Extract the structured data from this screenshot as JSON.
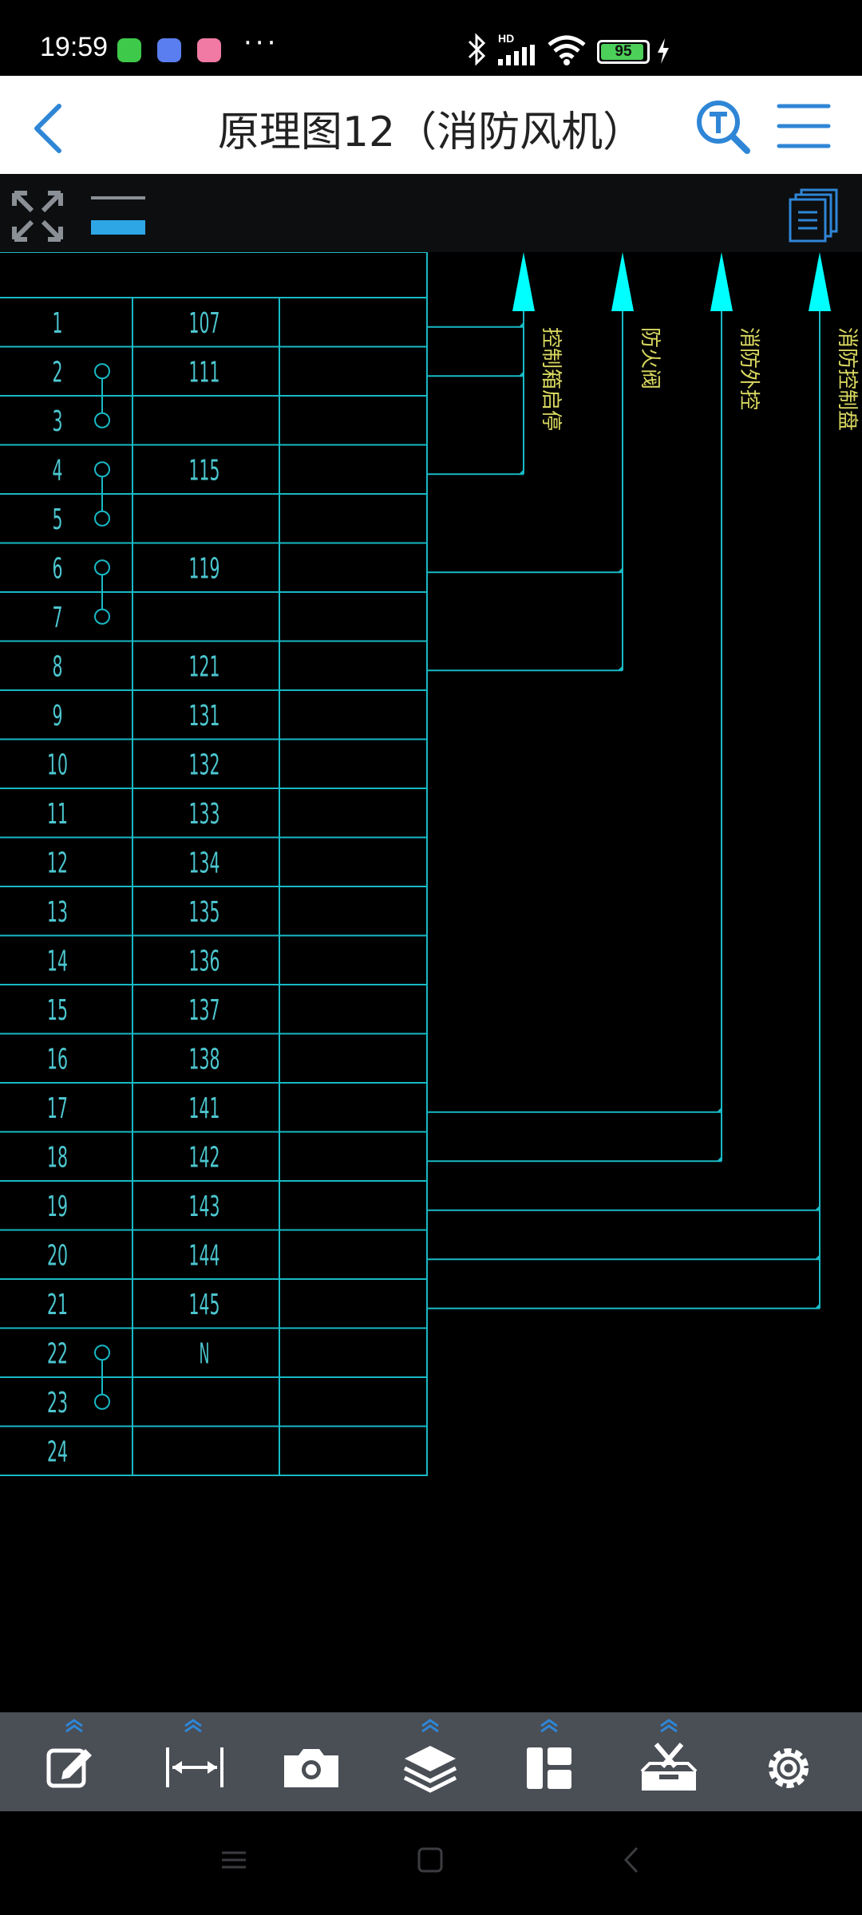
{
  "status_bar": {
    "time": "19:59",
    "more": "···",
    "battery": "95",
    "battery_level": 0.95,
    "network_badge": "HD"
  },
  "header": {
    "title": "原理图12（消防风机）",
    "back_icon": "chevron-left-icon",
    "search_icon": "text-search-icon",
    "menu_icon": "hamburger-menu-icon"
  },
  "toolbar": {
    "fit_icon": "expand-arrows-icon",
    "lineweight_icon": "line-weight-icon",
    "sheets_icon": "sheet-list-icon"
  },
  "drawing": {
    "colors": {
      "line": "#18b9c5",
      "terminal_text": "#4cc6cf",
      "label_text": "#d9d860",
      "arrow": "#00ffff"
    },
    "rows": [
      {
        "no": "1",
        "wire": "107"
      },
      {
        "no": "2",
        "wire": "111"
      },
      {
        "no": "3",
        "wire": ""
      },
      {
        "no": "4",
        "wire": "115"
      },
      {
        "no": "5",
        "wire": ""
      },
      {
        "no": "6",
        "wire": "119"
      },
      {
        "no": "7",
        "wire": ""
      },
      {
        "no": "8",
        "wire": "121"
      },
      {
        "no": "9",
        "wire": "131"
      },
      {
        "no": "10",
        "wire": "132"
      },
      {
        "no": "11",
        "wire": "133"
      },
      {
        "no": "12",
        "wire": "134"
      },
      {
        "no": "13",
        "wire": "135"
      },
      {
        "no": "14",
        "wire": "136"
      },
      {
        "no": "15",
        "wire": "137"
      },
      {
        "no": "16",
        "wire": "138"
      },
      {
        "no": "17",
        "wire": "141"
      },
      {
        "no": "18",
        "wire": "142"
      },
      {
        "no": "19",
        "wire": "143"
      },
      {
        "no": "20",
        "wire": "144"
      },
      {
        "no": "21",
        "wire": "145"
      },
      {
        "no": "22",
        "wire": "N"
      },
      {
        "no": "23",
        "wire": ""
      },
      {
        "no": "24",
        "wire": ""
      }
    ],
    "jumpers": [
      [
        2,
        3
      ],
      [
        4,
        5
      ],
      [
        6,
        7
      ],
      [
        22,
        23
      ]
    ],
    "buses": [
      {
        "label": "控制箱启停",
        "rows": [
          1,
          2,
          4
        ]
      },
      {
        "label": "防火阀",
        "rows": [
          6,
          8
        ]
      },
      {
        "label": "消防外控",
        "rows": [
          17,
          18
        ]
      },
      {
        "label": "消防控制盘",
        "rows": [
          19,
          20,
          21
        ]
      }
    ]
  },
  "bottom_toolbar": [
    {
      "icon": "edit-note-icon",
      "has_menu": true
    },
    {
      "icon": "measure-icon",
      "has_menu": true
    },
    {
      "icon": "camera-icon",
      "has_menu": false
    },
    {
      "icon": "layers-icon",
      "has_menu": true
    },
    {
      "icon": "layout-icon",
      "has_menu": true
    },
    {
      "icon": "toolbox-icon",
      "has_menu": true
    },
    {
      "icon": "settings-gear-icon",
      "has_menu": false
    }
  ],
  "nav_bar": {
    "recents_icon": "recents-icon",
    "home_icon": "home-icon",
    "back_icon": "back-triangle-icon"
  }
}
